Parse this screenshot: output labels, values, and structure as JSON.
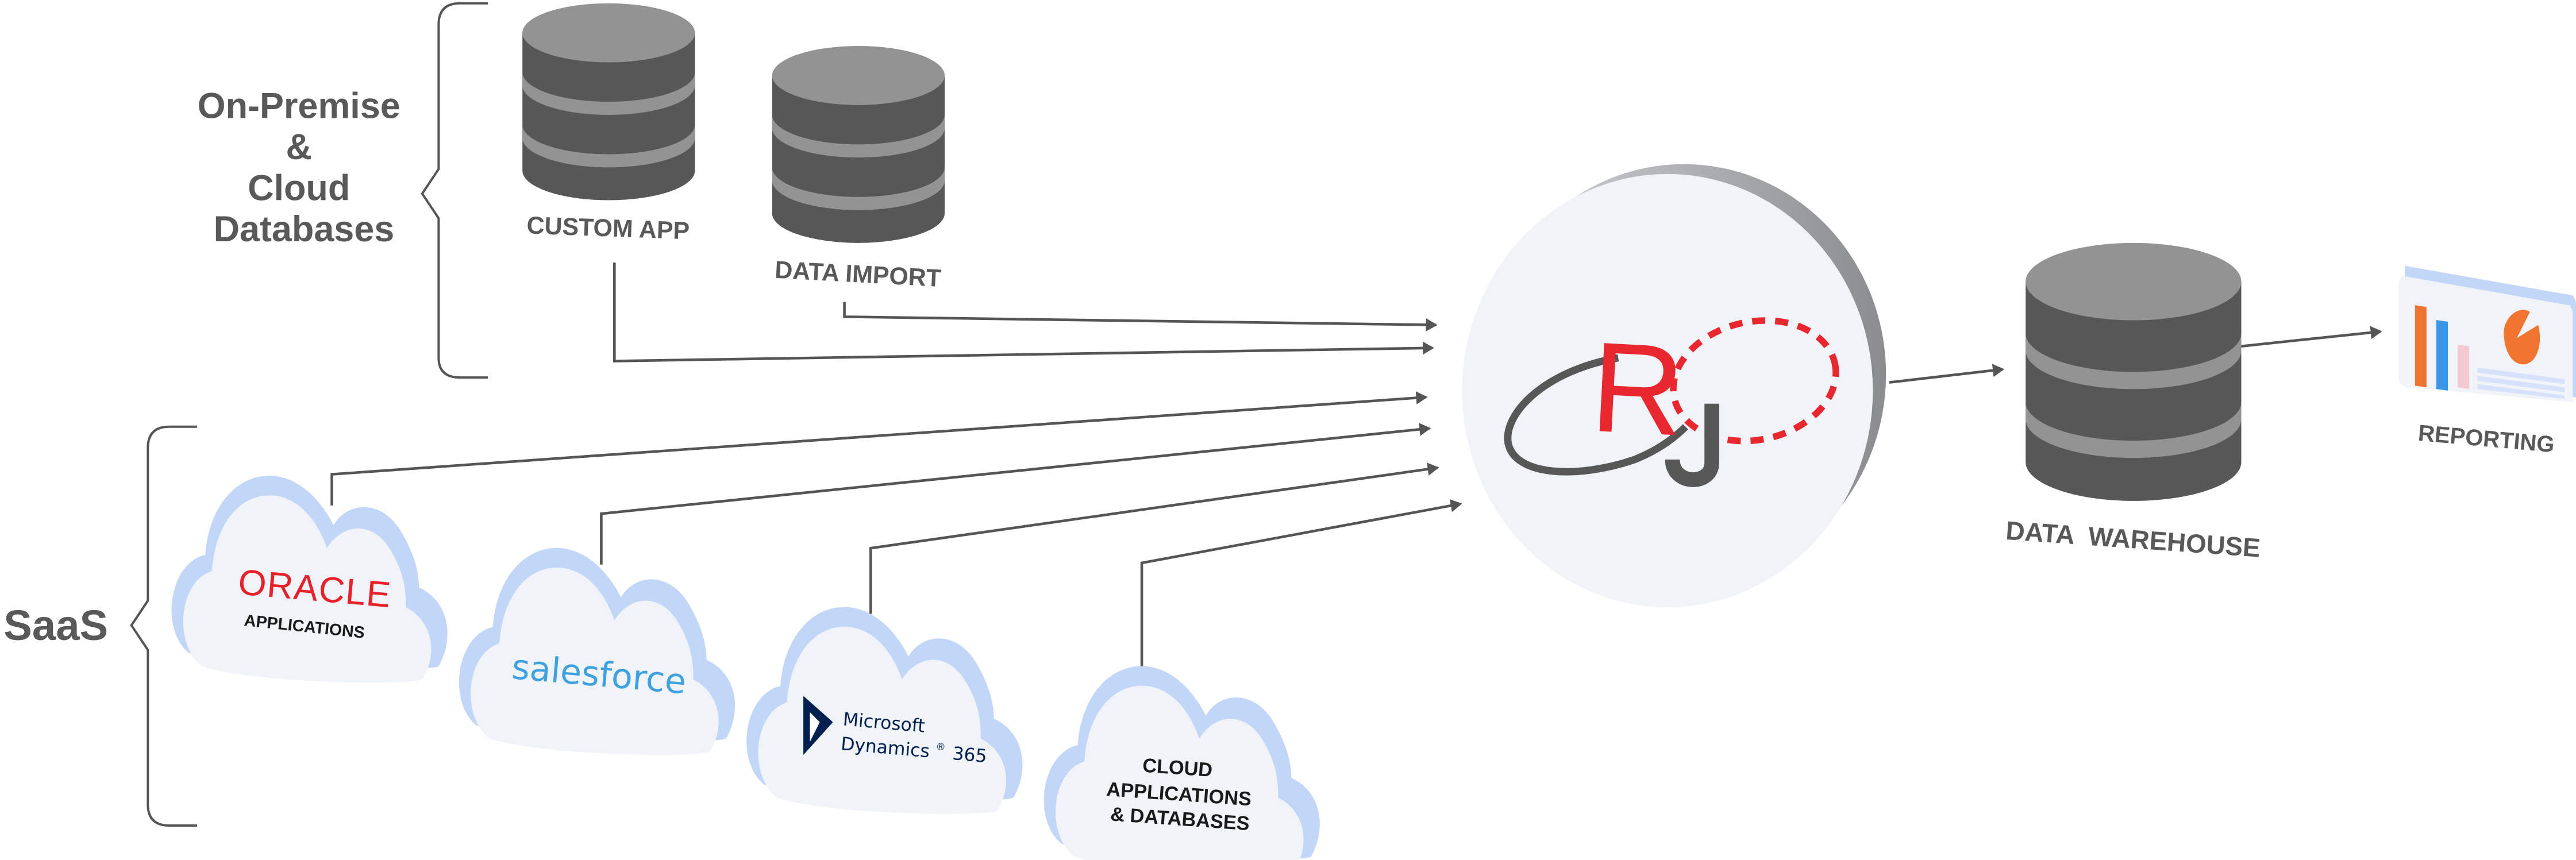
{
  "groups": {
    "on_premise": {
      "label_lines": [
        "On-Premise",
        "&",
        "Cloud",
        "Databases"
      ]
    },
    "saas": {
      "label": "SaaS"
    }
  },
  "sources": {
    "custom_app": {
      "label": "CUSTOM APP",
      "icon": "database-icon"
    },
    "data_import": {
      "label": "DATA IMPORT",
      "icon": "database-icon"
    },
    "oracle": {
      "brand": "ORACLE",
      "sub": "APPLICATIONS",
      "icon": "cloud-icon",
      "brand_color": "#e8202a"
    },
    "salesforce": {
      "brand": "salesforce",
      "icon": "cloud-icon",
      "brand_color": "#3ea2e0"
    },
    "dynamics": {
      "line1": "Microsoft",
      "line2": "Dynamics",
      "reg": "®",
      "line3": "365",
      "icon": "cloud-icon",
      "brand_color": "#002050"
    },
    "cloud_apps": {
      "lines": [
        "CLOUD",
        "APPLICATIONS",
        "& DATABASES"
      ],
      "icon": "cloud-icon"
    }
  },
  "hub": {
    "logo_letters": [
      "R",
      "J"
    ],
    "colors": {
      "red": "#e8282e",
      "gray": "#575757",
      "disc": "#f0f3f7"
    }
  },
  "targets": {
    "data_warehouse": {
      "label": "DATA  WAREHOUSE",
      "icon": "database-icon"
    },
    "reporting": {
      "label": "REPORTING",
      "icon": "report-dashboard-icon"
    }
  },
  "colors": {
    "db_body": "#575757",
    "db_band": "#939393",
    "cloud_face": "#f0f3f7",
    "cloud_back": "#c2d6f7",
    "line": "#555555",
    "text": "#595959",
    "chart_orange": "#f07530",
    "chart_blue": "#3a97e6",
    "chart_pink": "#f5c9d2"
  }
}
